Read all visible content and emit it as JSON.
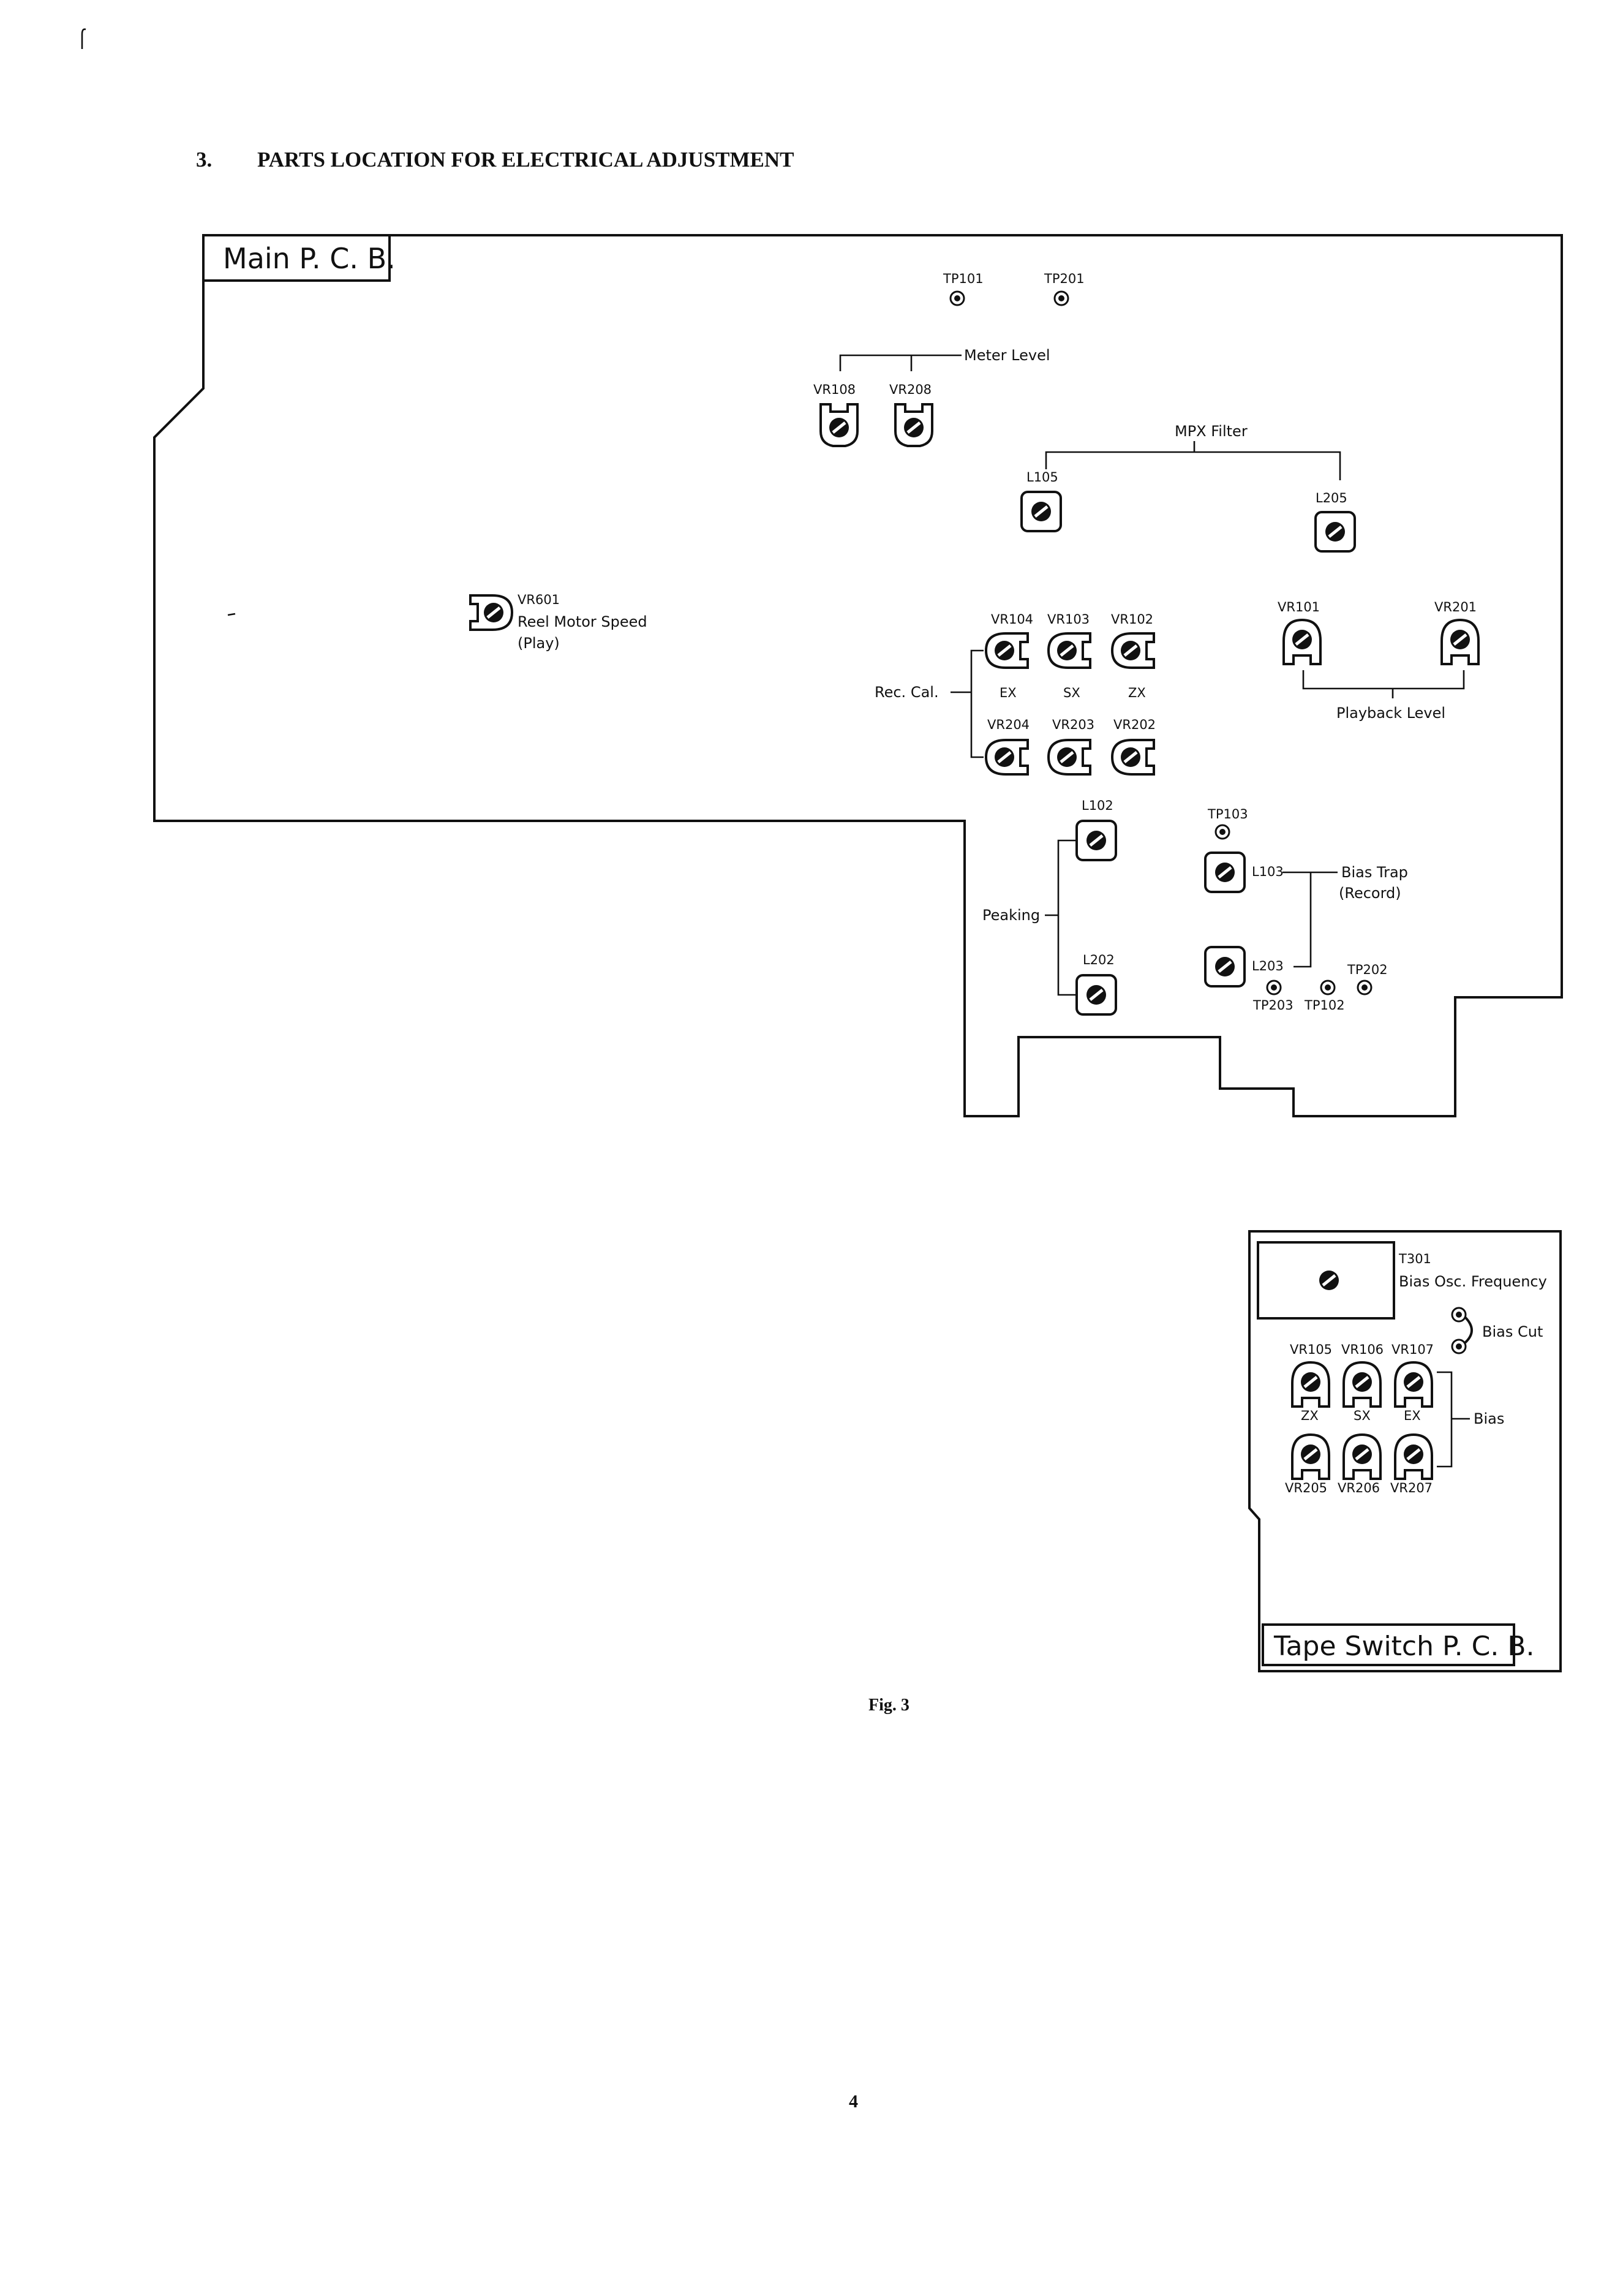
{
  "section": {
    "number": "3.",
    "title": "PARTS LOCATION FOR ELECTRICAL ADJUSTMENT"
  },
  "main_pcb": {
    "title": "Main P. C. B.",
    "test_points": {
      "tp101": "TP101",
      "tp201": "TP201",
      "tp103": "TP103",
      "tp202": "TP202",
      "tp203": "TP203",
      "tp102": "TP102"
    },
    "meter": {
      "label": "Meter Level",
      "vr108": "VR108",
      "vr208": "VR208"
    },
    "mpx": {
      "label": "MPX Filter",
      "l105": "L105",
      "l205": "L205"
    },
    "reel": {
      "vr601": "VR601",
      "line1": "Reel Motor Speed",
      "line2": "(Play)"
    },
    "rec_cal": {
      "label": "Rec. Cal.",
      "top": [
        "VR104",
        "VR103",
        "VR102"
      ],
      "mid": [
        "EX",
        "SX",
        "ZX"
      ],
      "bottom": [
        "VR204",
        "VR203",
        "VR202"
      ]
    },
    "playback": {
      "label": "Playback Level",
      "vr101": "VR101",
      "vr201": "VR201"
    },
    "peaking": {
      "label": "Peaking",
      "l102": "L102",
      "l202": "L202"
    },
    "bias_trap": {
      "line1": "Bias Trap",
      "line2": "(Record)",
      "l103": "L103",
      "l203": "L203"
    }
  },
  "tape_pcb": {
    "title": "Tape Switch P. C. B.",
    "t301": "T301",
    "bias_osc": "Bias Osc. Frequency",
    "bias_cut": "Bias Cut",
    "bias": "Bias",
    "top": [
      "VR105",
      "VR106",
      "VR107"
    ],
    "mid": [
      "ZX",
      "SX",
      "EX"
    ],
    "bottom": [
      "VR205",
      "VR206",
      "VR207"
    ]
  },
  "caption": "Fig. 3",
  "page_number": "4"
}
